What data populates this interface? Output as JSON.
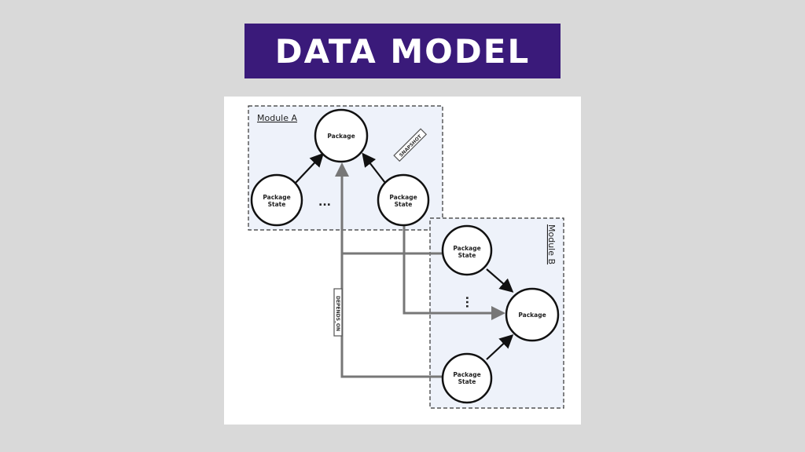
{
  "title": "DATA MODEL",
  "colors": {
    "background": "#d9d9d9",
    "banner": "#3a1a7a",
    "module_fill": "#eef2fa",
    "gray_edge": "#777777"
  },
  "diagram": {
    "module_a": {
      "label": "Module A",
      "package": "Package",
      "state_left": [
        "Package",
        "State"
      ],
      "state_right": [
        "Package",
        "State"
      ],
      "ellipsis": "...",
      "snapshot_tag": "SNAPSHOT"
    },
    "module_b": {
      "label": "Module B",
      "package": "Package",
      "state_top": [
        "Package",
        "State"
      ],
      "state_bottom": [
        "Package",
        "State"
      ],
      "ellipsis": "..."
    },
    "depends_on_tag": "DEPENDS_ON"
  }
}
